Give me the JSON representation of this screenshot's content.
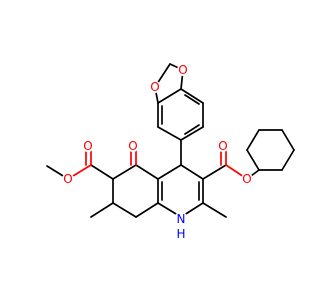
{
  "structure": {
    "colors": {
      "carbon": "#000000",
      "oxygen": "#ff0000",
      "nitrogen": "#0000ff",
      "background": "#ffffff"
    },
    "atom_labels": {
      "o_methylenedioxy_top": "O",
      "o_methylenedioxy_bottom": "O",
      "o_methoxy": "O",
      "o_ester_left_carbonyl": "O",
      "o_ketone": "O",
      "o_ester_right_carbonyl": "O",
      "o_ester_right_link": "O",
      "nh": "H",
      "n": "N"
    }
  }
}
